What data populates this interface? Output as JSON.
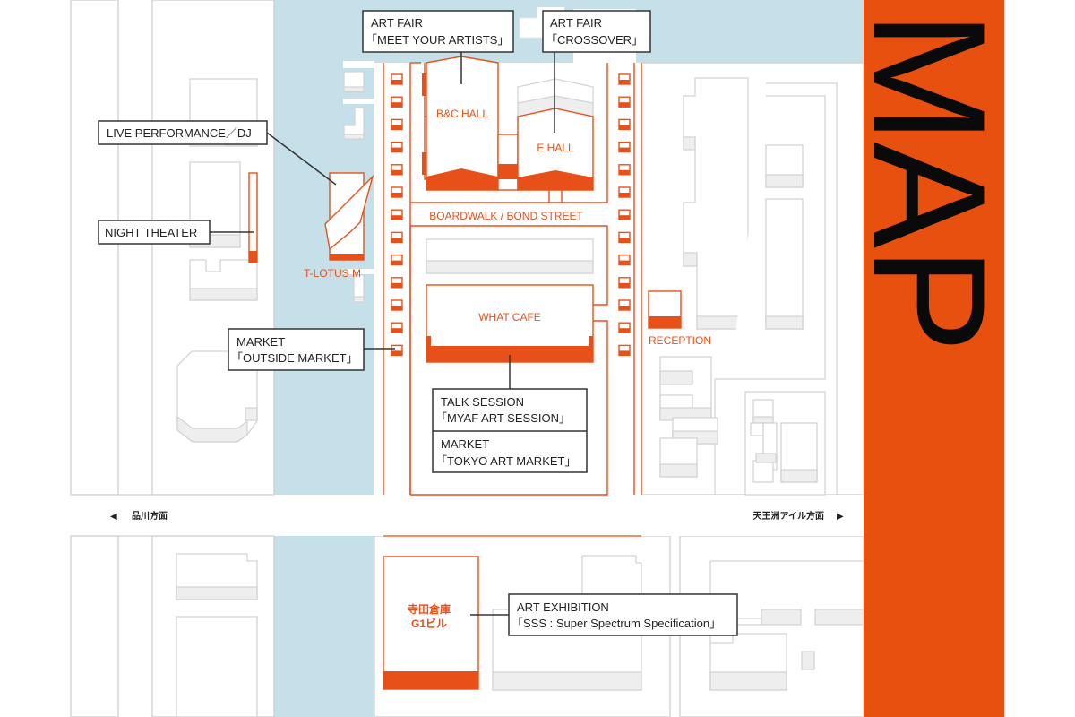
{
  "sidebar": {
    "title": "MAP",
    "color": "#e8500f"
  },
  "colors": {
    "accent": "#e8501a",
    "water": "#c5e0e8",
    "building_outline": "#d4d4d4",
    "callout": "#333333"
  },
  "roads": {
    "left_direction": {
      "arrow": "◀",
      "label": "品川方面"
    },
    "right_direction": {
      "arrow": "▶",
      "label": "天王洲アイル方面"
    }
  },
  "venues": {
    "bc_hall": "B&C HALL",
    "e_hall": "E HALL",
    "boardwalk": "BOARDWALK / BOND STREET",
    "t_lotus": "T-LOTUS M",
    "what_cafe": "WHAT CAFE",
    "reception": "RECEPTION",
    "terada_line1": "寺田倉庫",
    "terada_line2": "G1ビル"
  },
  "callouts": {
    "meet_your_artists": {
      "line1": "ART FAIR",
      "line2": "「MEET YOUR ARTISTS」"
    },
    "crossover": {
      "line1": "ART FAIR",
      "line2": "「CROSSOVER」"
    },
    "live_performance": {
      "line1": "LIVE PERFORMANCE／DJ"
    },
    "night_theater": {
      "line1": "NIGHT THEATER"
    },
    "outside_market": {
      "line1": "MARKET",
      "line2": "「OUTSIDE MARKET」"
    },
    "talk_session": {
      "line1": "TALK SESSION",
      "line2": "「MYAF ART SESSION」"
    },
    "tokyo_art_market": {
      "line1": "MARKET",
      "line2": "「TOKYO ART MARKET」"
    },
    "art_exhibition": {
      "line1": "ART EXHIBITION",
      "line2": "「SSS : Super Spectrum Specification」"
    }
  }
}
